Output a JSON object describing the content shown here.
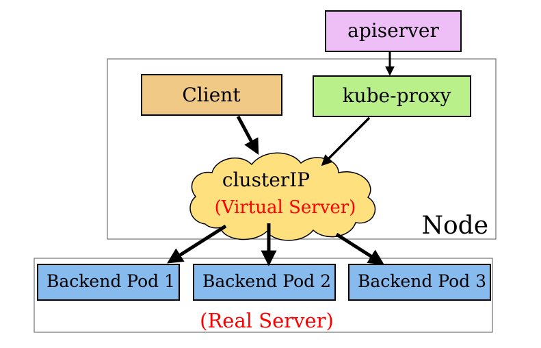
{
  "nodes": {
    "apiserver": {
      "label": "apiserver",
      "fill": "#eebef7"
    },
    "client": {
      "label": "Client",
      "fill": "#f0c987"
    },
    "kube_proxy": {
      "label": "kube-proxy",
      "fill": "#b9f08a"
    },
    "cluster_ip": {
      "label": "clusterIP",
      "sublabel": "(Virtual Server)",
      "fill": "#fee07e"
    },
    "backend_pods": [
      {
        "label": "Backend Pod 1",
        "fill": "#87baed"
      },
      {
        "label": "Backend Pod 2",
        "fill": "#87baed"
      },
      {
        "label": "Backend Pod 3",
        "fill": "#87baed"
      }
    ]
  },
  "groups": {
    "node": {
      "label": "Node"
    },
    "real_server": {
      "label": "(Real Server)"
    }
  },
  "edges": [
    {
      "from": "apiserver",
      "to": "kube-proxy"
    },
    {
      "from": "Client",
      "to": "clusterIP"
    },
    {
      "from": "kube-proxy",
      "to": "clusterIP"
    },
    {
      "from": "clusterIP",
      "to": "Backend Pod 1"
    },
    {
      "from": "clusterIP",
      "to": "Backend Pod 2"
    },
    {
      "from": "clusterIP",
      "to": "Backend Pod 3"
    }
  ],
  "colors": {
    "accent_text": "#ff0000",
    "text": "#000000",
    "container_border": "#555555"
  }
}
